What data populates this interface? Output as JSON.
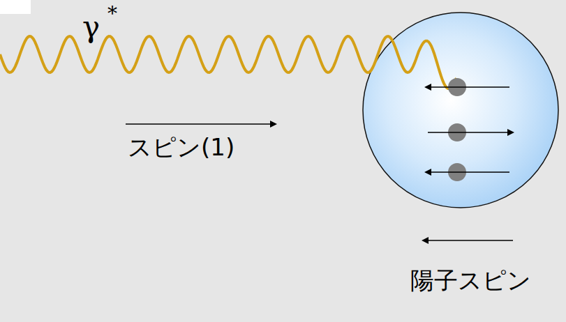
{
  "diagram": {
    "labels": [
      "γ",
      "*",
      "スピン(1)",
      "陽子スピン"
    ]
  }
}
